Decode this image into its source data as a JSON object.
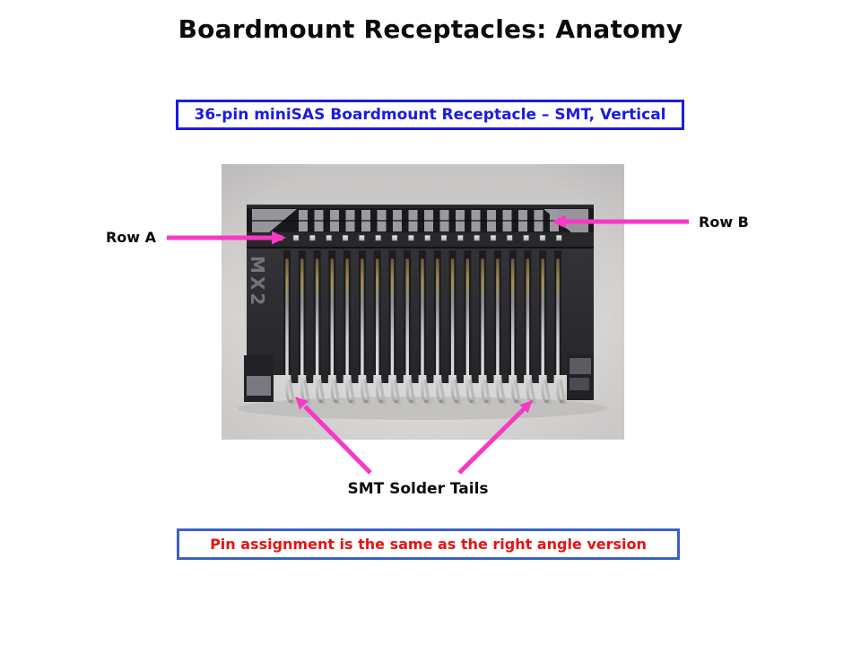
{
  "slide": {
    "title": "Boardmount Receptacles: Anatomy",
    "header_box": {
      "label": "36-pin miniSAS Boardmount Receptacle – SMT, Vertical"
    },
    "footer_box": {
      "label": "Pin assignment is the same as the right angle version"
    },
    "annotations": {
      "row_a": "Row A",
      "row_b": "Row B",
      "solder_tails": "SMT Solder Tails"
    },
    "colors": {
      "title_text": "#0b0b0b",
      "header_border": "#1b1be0",
      "header_text": "#1b1be0",
      "footer_border": "#3a62c8",
      "footer_text": "#e81212",
      "arrow": "#f838c6"
    },
    "photo": {
      "marking": "MX2",
      "slot_count": 17,
      "pad_count": 18,
      "pin_count": 19
    }
  }
}
